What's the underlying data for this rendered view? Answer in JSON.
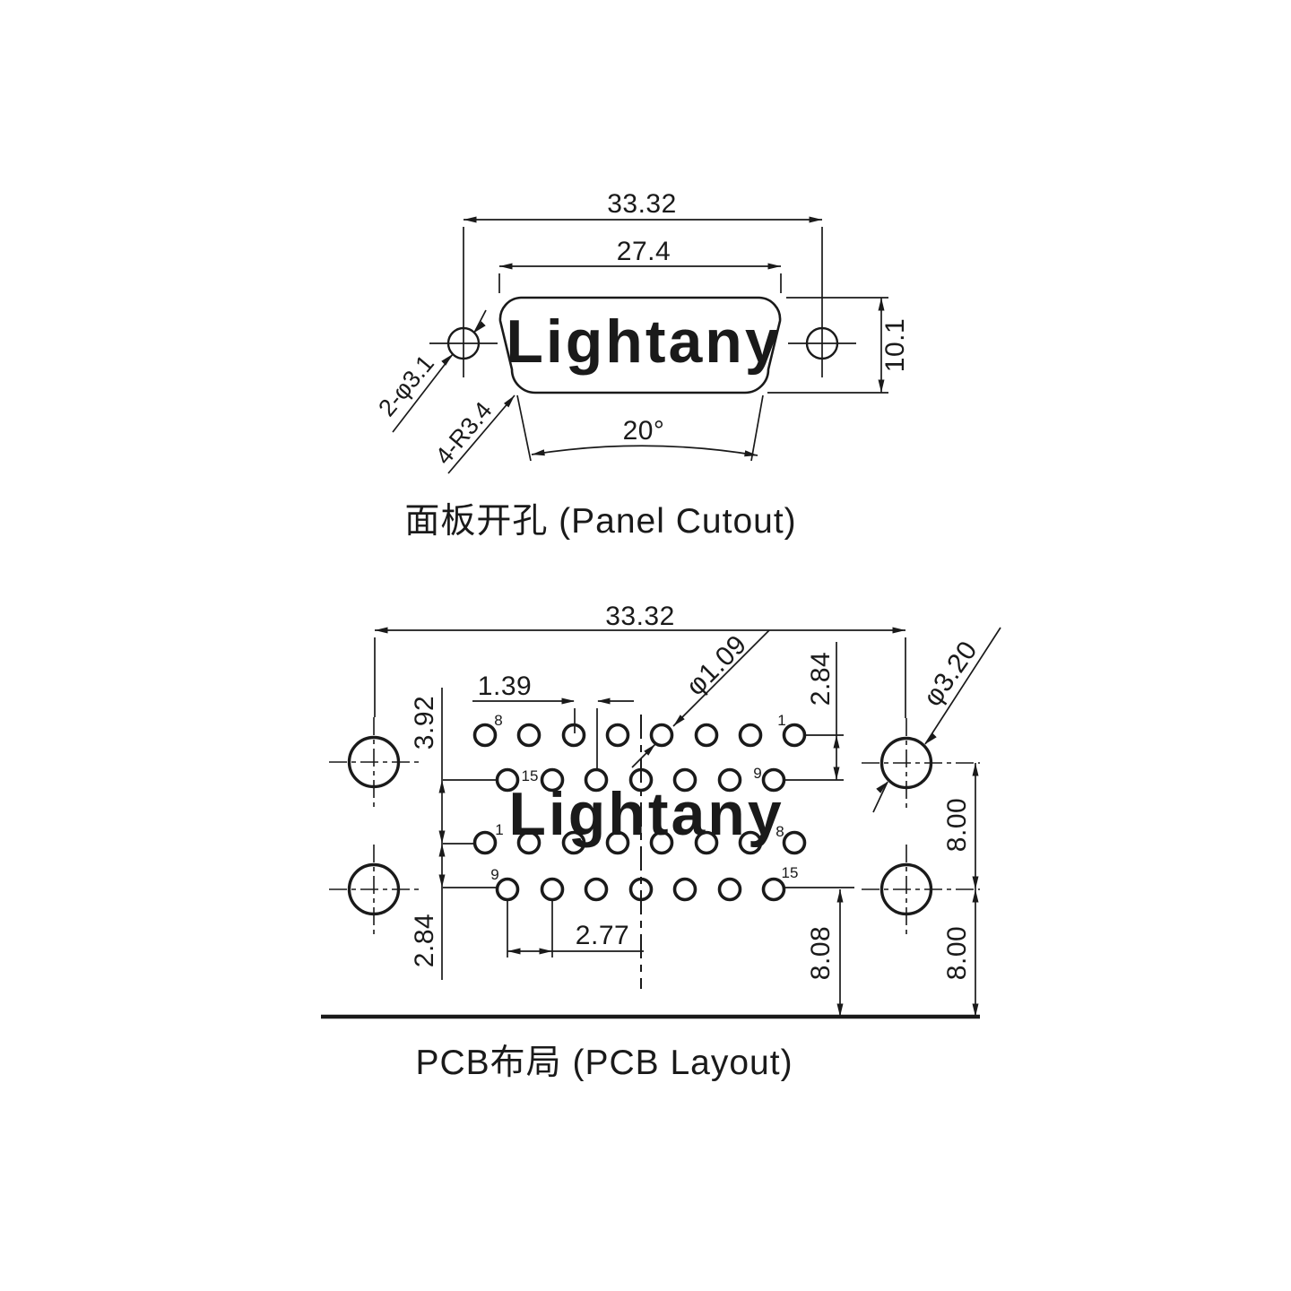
{
  "watermark": {
    "text": "Lightany",
    "color": "#F8D6D6"
  },
  "panel": {
    "title": "面板开孔 (Panel Cutout)",
    "dim_width_outer": "33.32",
    "dim_width_inner": "27.4",
    "dim_height": "10.1",
    "dim_angle": "20°",
    "label_mount_holes": "2-φ3.1",
    "label_corner_radius": "4-R3.4"
  },
  "pcb": {
    "title": "PCB布局 (PCB Layout)",
    "dim_width": "33.32",
    "dim_row_offset": "1.39",
    "dim_row_gap": "3.92",
    "dim_row_pitch_upper": "2.84",
    "dim_row_pitch_lower": "2.84",
    "dim_pin_diameter": "φ1.09",
    "dim_mount_diameter": "φ3.20",
    "dim_mount_spacing": "8.00",
    "dim_mount_to_edge": "8.00",
    "dim_pin_to_edge": "8.08",
    "dim_pin_pitch": "2.77",
    "pin_labels": {
      "row1_first": "8",
      "row1_last": "1",
      "row2_first": "15",
      "row2_last": "9",
      "row3_first": "1",
      "row3_last": "8",
      "row4_first": "9",
      "row4_last": "15"
    }
  }
}
